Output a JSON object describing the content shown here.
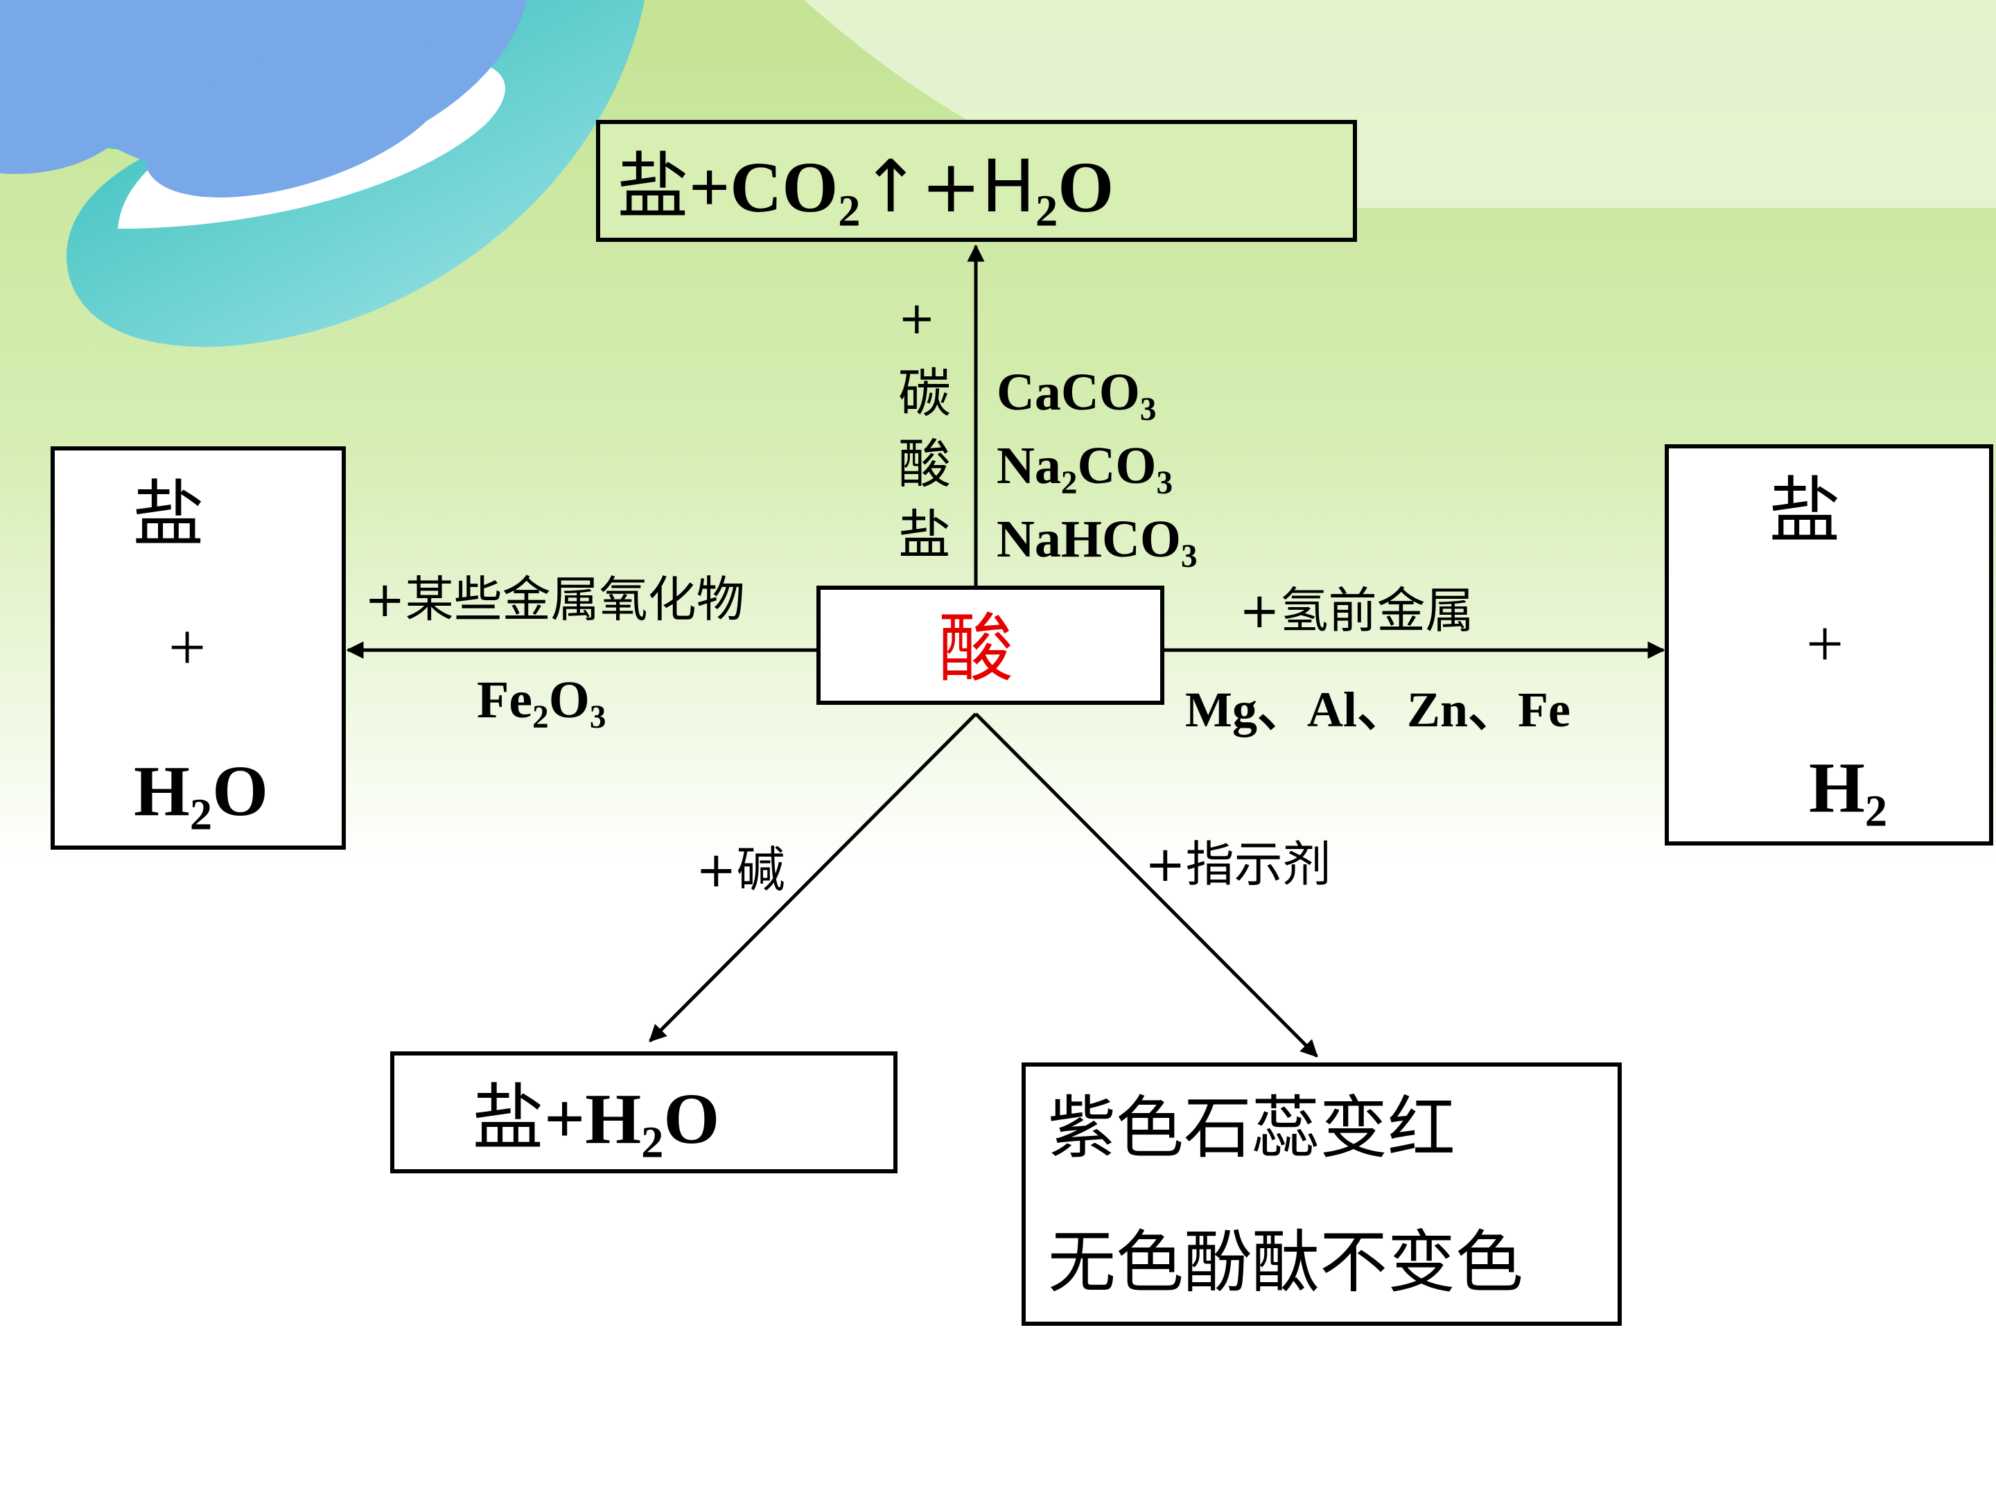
{
  "nodes": {
    "top": {
      "salt": "盐",
      "formula": [
        "+CO",
        "2",
        "↑+H",
        "2",
        "O"
      ]
    },
    "left": {
      "salt": "盐",
      "plus": "+",
      "water": [
        "H",
        "2",
        "O"
      ]
    },
    "right": {
      "salt": "盐",
      "plus": "+",
      "hydrogen": [
        "H",
        "2"
      ]
    },
    "center": {
      "label": "酸",
      "color": "#e60000"
    },
    "bottom_left": {
      "salt": "盐",
      "formula": [
        "+H",
        "2",
        "O"
      ]
    },
    "bottom_right": {
      "line1": "紫色石蕊变红",
      "line2": "无色酚酞不变色"
    }
  },
  "edges": {
    "up": {
      "vertical_label": [
        "+",
        "碳",
        "酸",
        "盐"
      ],
      "examples": [
        [
          "CaCO",
          "3",
          ""
        ],
        [
          "Na",
          "2",
          "CO",
          "3"
        ],
        [
          "NaHCO",
          "3",
          ""
        ]
      ]
    },
    "left": {
      "label": "+某些金属氧化物",
      "example": [
        "Fe",
        "2",
        "O",
        "3"
      ]
    },
    "right": {
      "label": "+氢前金属",
      "example": "Mg、Al、Zn、Fe"
    },
    "down_left": {
      "label": "+碱"
    },
    "down_right": {
      "label": "+指示剂"
    }
  },
  "colors": {
    "box_fill": "#d8efb4",
    "accent": "#e60000",
    "decor_blue": "#78a8e8",
    "decor_teal": "#3cc4c0"
  }
}
